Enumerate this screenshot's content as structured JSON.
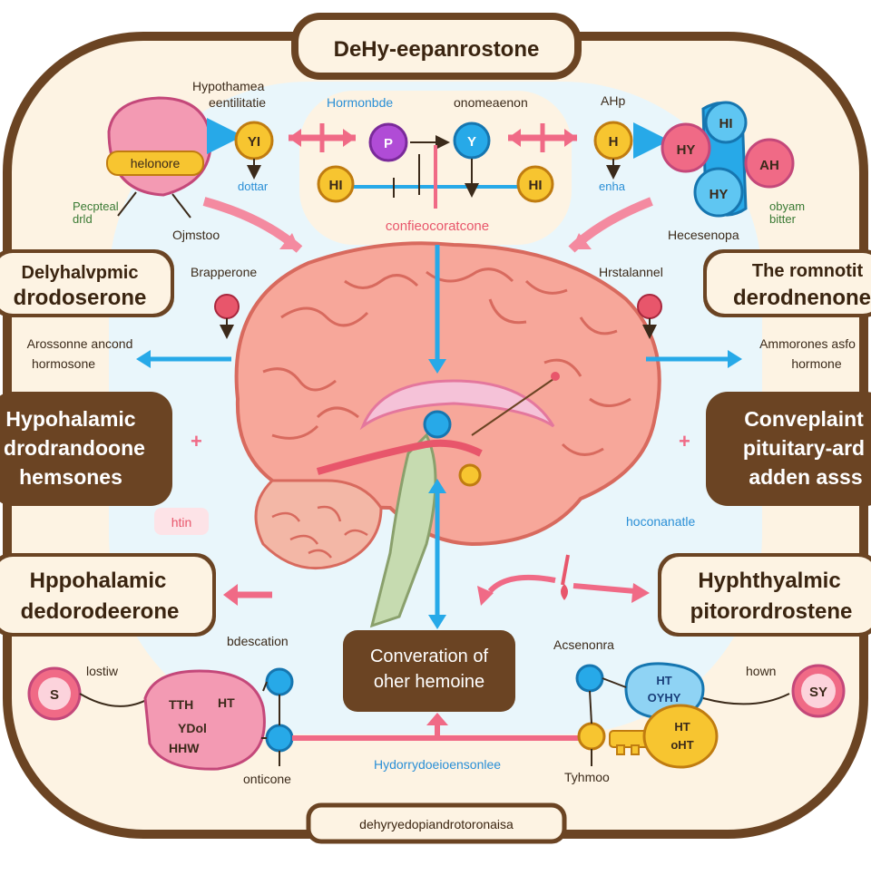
{
  "colors": {
    "frame": "#6b4423",
    "panel": "#fdf3e3",
    "inner": "#e9f6fb",
    "brown_box": "#6b4423",
    "pink": "#f06a86",
    "blue": "#27a9e8",
    "yellow": "#f3b81c",
    "brain": "#f7a79a"
  },
  "title": "DeHy-eepanrostone",
  "footer": "dehyryedopiandrotoronaisa",
  "top": {
    "left_gland_label": "helonore",
    "hypo_label_1": "Hypothamea",
    "hypo_label_2": "eentilitatie",
    "hormone_label": "Hormonbde",
    "right_top_label": "onomeaenon",
    "ahp_label": "AHp",
    "dottar_label": "dottar",
    "enha_label": "enha",
    "pineal_label_1": "Pecpteal",
    "pineal_label_2": "drld",
    "ojmstoo_label": "Ojmstoo",
    "central_label": "confieocoratcone",
    "hecesenopa_label": "Hecesenopa",
    "obyam_label_1": "obyam",
    "obyam_label_2": "bitter",
    "nodes": {
      "yi": "YI",
      "p": "P",
      "y": "Y",
      "h": "H",
      "hi_left": "HI",
      "hi_right": "HI",
      "hy_pink": "HY",
      "hi_blue": "HI",
      "ah": "AH",
      "hy_blue": "HY"
    }
  },
  "left_boxes": {
    "box1_line1": "Delyhalvpmic",
    "box1_line2": "drodoserone",
    "box2_line1": "Hypohalamic",
    "box2_line2": "drodrandoone",
    "box2_line3": "hemsones",
    "box3_line1": "Hppohalamic",
    "box3_line2": "dedorodeerone"
  },
  "right_boxes": {
    "box1_line1": "The romnotit",
    "box1_line2": "derodnenone",
    "box2_line1": "Conveplaint",
    "box2_line2": "pituitary-ard",
    "box2_line3": "adden asss",
    "box3_line1": "Hyphthyalmic",
    "box3_line2": "pitorordrostene"
  },
  "side_labels": {
    "brapperone": "Brapperone",
    "hrstalannel": "Hrstalannel",
    "left_arrow_1": "Arossonne ancond",
    "left_arrow_2": "hormosone",
    "right_arrow_1": "Ammorones asfo",
    "right_arrow_2": "hormone",
    "htin": "htin",
    "hoconanatle": "hoconanatle"
  },
  "bottom": {
    "center_box_line1": "Converation of",
    "center_box_line2": "oher hemoine",
    "bdescation": "bdescation",
    "acsenonra": "Acsenonra",
    "lostiw": "lostiw",
    "hown": "hown",
    "s_node": "S",
    "sy_node": "SY",
    "tth": "TTH",
    "ht_left": "HT",
    "ydol": "YDol",
    "hhw": "HHW",
    "onticone": "onticone",
    "hydorry": "Hydorrydoeioensonlee",
    "tyhmoo": "Tyhmoo",
    "ht_blue": "HT",
    "oyhy": "OYHY",
    "ht_key": "HT",
    "oht": "oHT"
  }
}
